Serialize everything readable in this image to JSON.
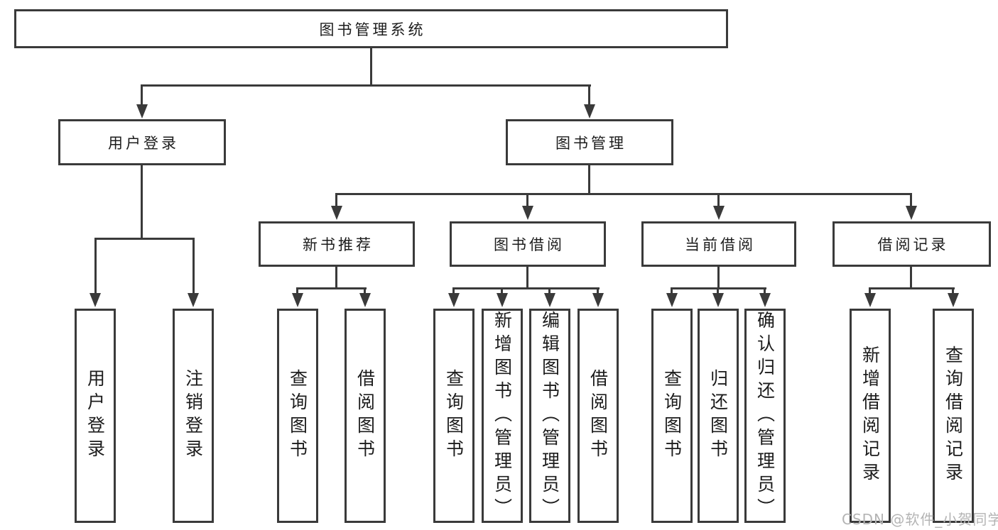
{
  "diagram": {
    "title": "图书管理系统",
    "root": {
      "label": "图书管理系统"
    },
    "branches": [
      {
        "label": "用户登录",
        "children": [
          "用户登录",
          "注销登录"
        ]
      },
      {
        "label": "图书管理",
        "children": [
          {
            "label": "新书推荐",
            "children": [
              "查询图书",
              "借阅图书"
            ]
          },
          {
            "label": "图书借阅",
            "children": [
              "查询图书",
              "新增图书（管理员）",
              "编辑图书（管理员）",
              "借阅图书"
            ]
          },
          {
            "label": "当前借阅",
            "children": [
              "查询图书",
              "归还图书",
              "确认归还（管理员）"
            ]
          },
          {
            "label": "借阅记录",
            "children": [
              "新增借阅记录",
              "查询借阅记录"
            ]
          }
        ]
      }
    ]
  },
  "watermark": {
    "text": "CSDN @软件_小贺同学"
  },
  "colors": {
    "line": "#3a3a3a",
    "box_border": "#3a3a3a",
    "text": "#1c1c1c",
    "watermark": "#b4b4b4",
    "background": "#ffffff"
  }
}
